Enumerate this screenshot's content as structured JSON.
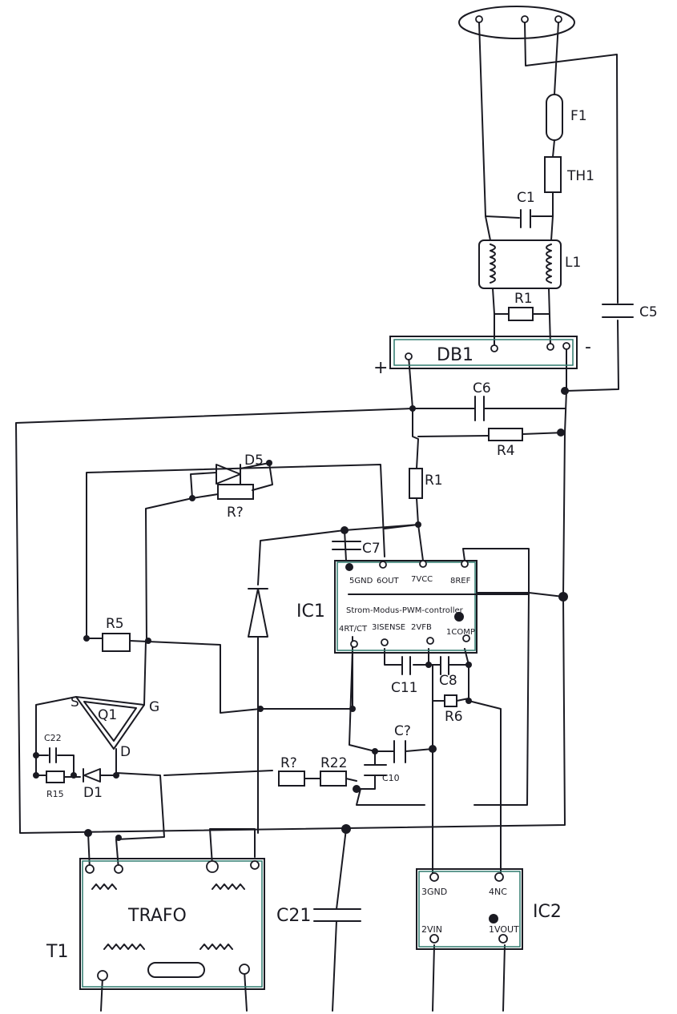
{
  "title": "Hand-drawn switch-mode power supply schematic",
  "components": {
    "fuse": "F1",
    "thermistor": "TH1",
    "c1": "C1",
    "inductor": "L1",
    "r1_top": "R1",
    "c5": "C5",
    "bridge": "DB1",
    "plus": "+",
    "minus": "-",
    "c6": "C6",
    "r4": "R4",
    "d5": "D5",
    "r2": "R?",
    "r1_mid": "R1",
    "c7": "C7",
    "c11": "C11",
    "c8": "C8",
    "r6": "R6",
    "c9": "C?",
    "c10": "C10",
    "r3": "R?",
    "r22": "R22",
    "r5": "R5",
    "q1": "Q1",
    "q1_s": "S",
    "q1_g": "G",
    "q1_d": "D",
    "c22": "C22",
    "r15": "R15",
    "d1": "D1",
    "t1": "T1",
    "trafo": "TRAFO",
    "c21": "C21"
  },
  "ic1": {
    "label": "IC1",
    "description": "Strom-Modus-PWM-controller",
    "pins_top": [
      "5GND",
      "6OUT",
      "7VCC",
      "8REF"
    ],
    "pins_bottom": [
      "4RT/CT",
      "3ISENSE",
      "2VFB",
      "1COMP"
    ]
  },
  "ic2": {
    "label": "IC2",
    "pins_top": [
      "3GND",
      "4NC"
    ],
    "pins_bottom": [
      "2VIN",
      "1VOUT"
    ]
  }
}
